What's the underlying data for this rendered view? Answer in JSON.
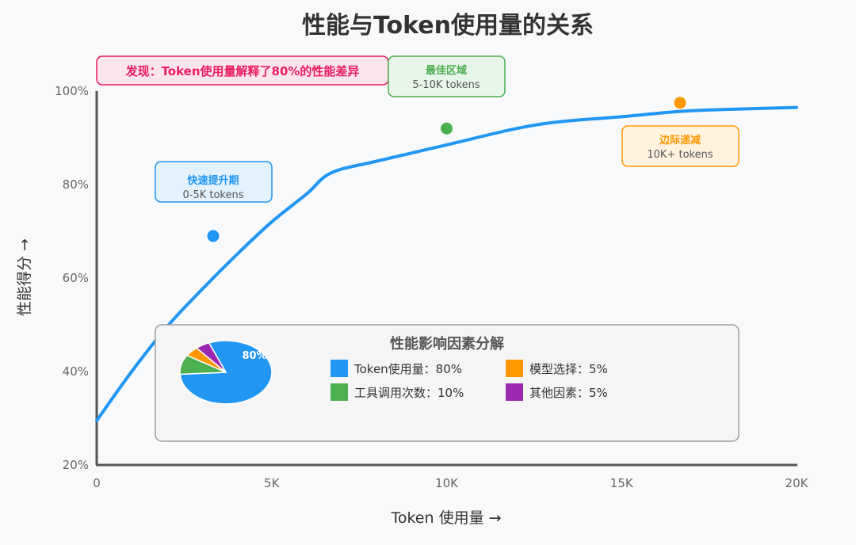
{
  "chart_data": {
    "type": "line",
    "title": "性能与Token使用量的关系",
    "xlabel": "Token 使用量 →",
    "ylabel": "性能得分 →",
    "xlim": [
      0,
      20000
    ],
    "ylim": [
      20,
      100
    ],
    "x_ticks": [
      {
        "value": 0,
        "label": "0"
      },
      {
        "value": 5000,
        "label": "5K"
      },
      {
        "value": 10000,
        "label": "10K"
      },
      {
        "value": 15000,
        "label": "15K"
      },
      {
        "value": 20000,
        "label": "20K"
      }
    ],
    "y_ticks": [
      {
        "value": 20,
        "label": "20%"
      },
      {
        "value": 40,
        "label": "40%"
      },
      {
        "value": 60,
        "label": "60%"
      },
      {
        "value": 80,
        "label": "80%"
      },
      {
        "value": 100,
        "label": "100%"
      }
    ],
    "grid": false,
    "series": [
      {
        "color": "#2196f3",
        "x": [
          0,
          1000,
          2000,
          3000,
          4000,
          5000,
          6000,
          6700,
          8000,
          10000,
          12000,
          13300,
          15000,
          17000,
          20000
        ],
        "y": [
          29.5,
          40,
          49.5,
          57.5,
          65,
          72,
          78,
          82.5,
          85,
          88.5,
          92,
          93.5,
          94.5,
          95.8,
          96.5
        ]
      }
    ],
    "markers": [
      {
        "x": 3330,
        "y": 69,
        "color": "#2196f3"
      },
      {
        "x": 10000,
        "y": 92,
        "color": "#4caf50"
      },
      {
        "x": 16670,
        "y": 97.5,
        "color": "#ff9800"
      }
    ],
    "annotations": [
      {
        "title": "快速提升期",
        "subtitle": "0-5K tokens",
        "color": "#2196f3",
        "fill": "#e3f2fd"
      },
      {
        "title": "最佳区域",
        "subtitle": "5-10K tokens",
        "color": "#4caf50",
        "fill": "#e8f5e9"
      },
      {
        "title": "边际递减",
        "subtitle": "10K+ tokens",
        "color": "#ff9800",
        "fill": "#fff3e0"
      }
    ],
    "finding": "发现：Token使用量解释了80%的性能差异",
    "breakdown": {
      "title": "性能影响因素分解",
      "pie_label": "80%",
      "items": [
        {
          "label": "Token使用量：80%",
          "value": 80,
          "color": "#2196f3"
        },
        {
          "label": "工具调用次数：10%",
          "value": 10,
          "color": "#4caf50"
        },
        {
          "label": "模型选择：5%",
          "value": 5,
          "color": "#ff9800"
        },
        {
          "label": "其他因素：5%",
          "value": 5,
          "color": "#9c27b0"
        }
      ]
    }
  }
}
